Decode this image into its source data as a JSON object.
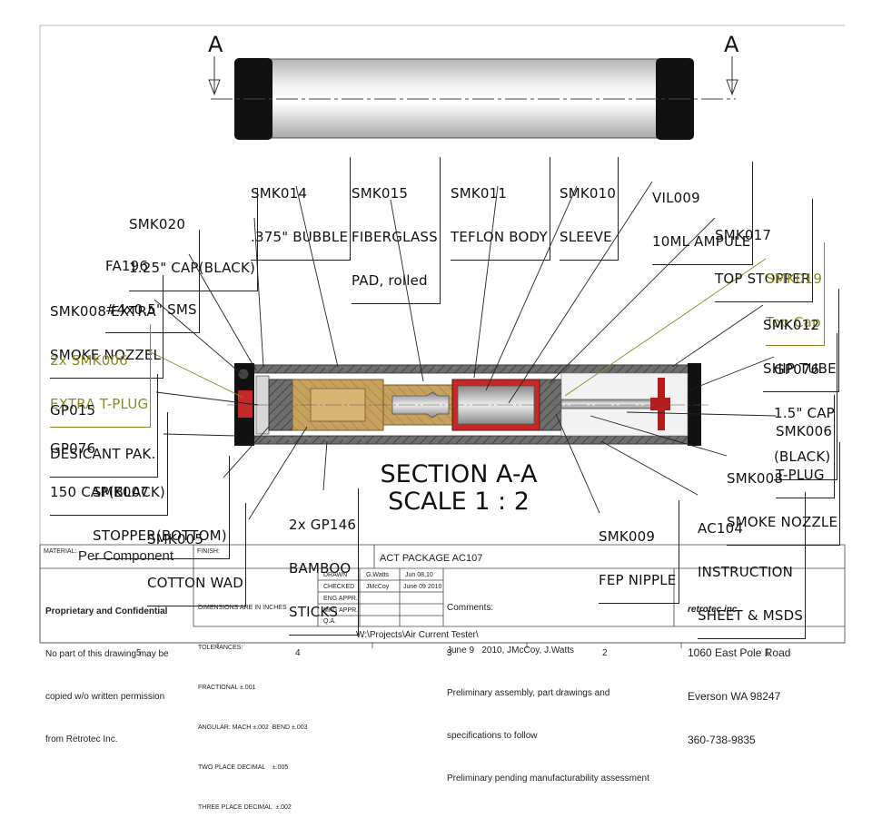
{
  "section_marks": {
    "left": "A",
    "right": "A"
  },
  "callouts": {
    "smk014": [
      "SMK014",
      ".375\" BUBBLE"
    ],
    "smk015": [
      "SMK015",
      "FIBERGLASS",
      "PAD, rolled"
    ],
    "smk011": [
      "SMK011",
      "TEFLON BODY"
    ],
    "smk010": [
      "SMK010",
      "SLEEVE"
    ],
    "vil009": [
      "VIL009",
      "10ML AMPULE"
    ],
    "smk020": [
      "SMK020",
      "1.25\" CAP(BLACK)"
    ],
    "smk017": [
      "SMK017",
      "TOP STOPPER"
    ],
    "fa196": [
      "FA196",
      "#4x0.5\" SMS"
    ],
    "smk019": [
      "SMK019",
      "Top Cap"
    ],
    "smk008a": [
      "SMK008 EXTRA",
      "SMOKE NOZZEL"
    ],
    "smk012": [
      "SMK012",
      "SHIP TUBE"
    ],
    "smk006a": [
      "2x SMK006",
      "EXTRA T-PLUG"
    ],
    "gp076a": [
      "GP076",
      "1.5\" CAP",
      "(BLACK)"
    ],
    "gp015": [
      "GP015",
      "DESICANT PAK."
    ],
    "smk006b": [
      "SMK006",
      "T-PLUG"
    ],
    "gp076b": [
      "GP076",
      "150 CAP(BLACK)"
    ],
    "smk008b": [
      "SMK008",
      "SMOKE NOZZLE"
    ],
    "smk007": [
      "SMK007",
      "STOPPER(BOTTOM)"
    ],
    "gp146": [
      "2x GP146",
      "BAMBOO",
      "STICKS"
    ],
    "smk005": [
      "SMK005",
      "COTTON WAD"
    ],
    "smk009": [
      "SMK009",
      "FEP NIPPLE"
    ],
    "ac104": [
      "AC104",
      "INSTRUCTION",
      "SHEET & MSDS"
    ]
  },
  "section": {
    "line1": "SECTION A-A",
    "line2": "SCALE 1 : 2"
  },
  "title_block": {
    "material_label": "MATERIAL:",
    "material_value": "Per Component",
    "finish_label": "FINISH:",
    "title": "ACT PACKAGE AC107",
    "proprietary_title": "Proprietary and Confidential",
    "proprietary_body": [
      "No part of this drawing may be",
      "copied w/o written permission",
      "from Retrotec Inc."
    ],
    "dims": [
      "DIMENSIONS ARE IN INCHES",
      "TOLERANCES:",
      "FRACTIONAL ±.001",
      "ANGULAR: MACH ±.002  BEND ±.003",
      "TWO PLACE DECIMAL    ±.005",
      "THREE PLACE DECIMAL  ±.002"
    ],
    "rows": [
      {
        "label": "DRAWN",
        "name": "G.Watts",
        "date": "Jun 08,10"
      },
      {
        "label": "CHECKED",
        "name": "JMcCoy",
        "date": "June 09 2010"
      },
      {
        "label": "ENG APPR.",
        "name": "",
        "date": ""
      },
      {
        "label": "MFG APPR.",
        "name": "",
        "date": ""
      },
      {
        "label": "Q.A.",
        "name": "",
        "date": ""
      }
    ],
    "comments_label": "Comments:",
    "comments": [
      "June 9   2010, JMcCoy, J.Watts",
      "Preliminary assembly, part drawings and",
      "specifications to follow",
      "Preliminary pending manufacturability assessment"
    ],
    "company": "retrotec inc",
    "address": [
      "1060 East Pole Road",
      "Everson WA 98247",
      "360-738-9835"
    ],
    "path": "W:\\Projects\\Air Current Tester\\"
  },
  "zones": [
    "5",
    "4",
    "3",
    "2",
    "1"
  ]
}
